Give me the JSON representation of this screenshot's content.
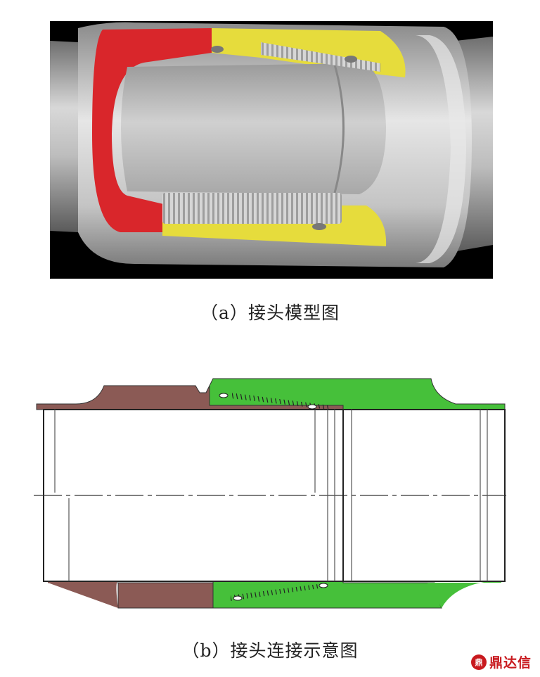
{
  "figure": {
    "caption_a": "（a）接头模型图",
    "caption_b": "（b）接头连接示意图"
  },
  "watermark": {
    "seal": "鼎",
    "text": "鼎达信"
  },
  "colors": {
    "background_a": "#000000",
    "metal": "#c8c8c8",
    "red_part": "#d9262b",
    "yellow_part": "#e6dc3c",
    "brown_part": "#8b5a55",
    "green_part": "#46c03a",
    "watermark": "#c8191e"
  }
}
